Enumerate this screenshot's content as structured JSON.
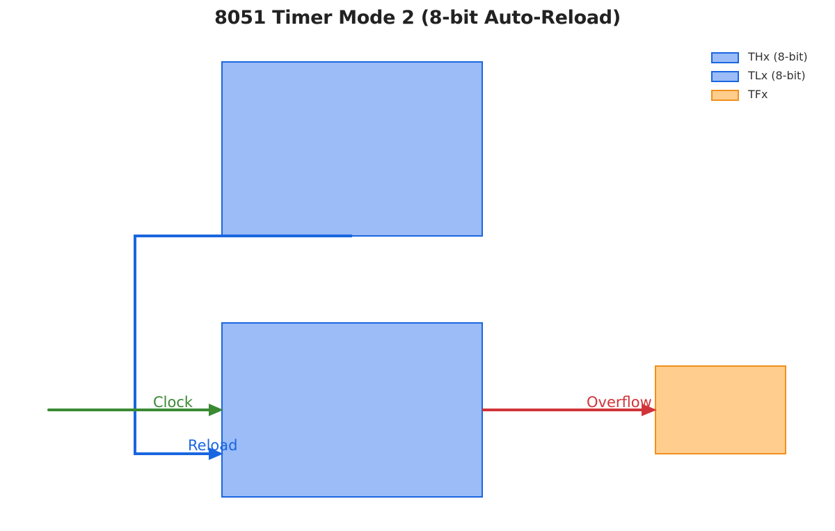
{
  "title": "8051 Timer Mode 2 (8-bit Auto-Reload)",
  "legend": {
    "items": [
      {
        "label": "THx (8-bit)",
        "color": "#9bbcf7",
        "border": "#1a66e0"
      },
      {
        "label": "TLx (8-bit)",
        "color": "#9bbcf7",
        "border": "#1a66e0"
      },
      {
        "label": "TFx",
        "color": "#ffcd8e",
        "border": "#f0901e"
      }
    ]
  },
  "signals": {
    "clock": {
      "label": "Clock",
      "color": "#3a8a33"
    },
    "reload": {
      "label": "Reload",
      "color": "#1a66e0"
    },
    "overflow": {
      "label": "Overflow",
      "color": "#d0343a"
    }
  },
  "colors": {
    "register_fill": "#9bbcf7",
    "register_border": "#1a66e0",
    "flag_fill": "#ffcd8e",
    "flag_border": "#f0901e"
  }
}
